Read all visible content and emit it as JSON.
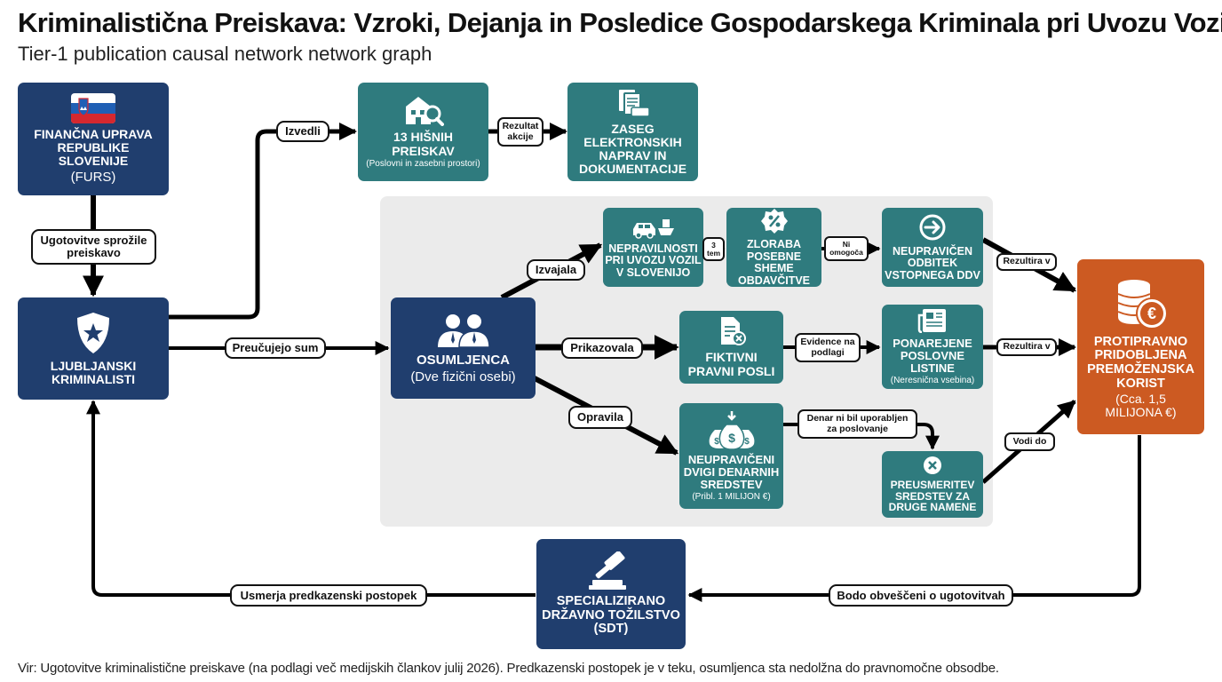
{
  "title": "Kriminalistična Preiskava: Vzroki, Dejanja in Posledice Gospodarskega Kriminala pri Uvozu Vozil",
  "subtitle": "Tier-1 publication causal network network graph",
  "footer": "Vir: Ugotovitve kriminalistične preiskave (na podlagi več medijskih člankov julij 2026). Predkazenski postopek je v teku, osumljenca sta nedolžna do pravnomočne obsodbe.",
  "colors": {
    "navy": "#203e6e",
    "teal": "#2f7b7e",
    "orange": "#cc5a22",
    "panel": "#ebebeb"
  },
  "nodes": {
    "furs": {
      "label": "FINANČNA UPRAVA\nREPUBLIKE\nSLOVENIJE",
      "sub": "(FURS)",
      "icon": "slovenia-flag-icon"
    },
    "ljubljanski": {
      "label": "LJUBLJANSKI\nKRIMINALISTI",
      "icon": "police-badge-icon"
    },
    "preiskave": {
      "label": "13 HIŠNIH\nPREISKAV",
      "sub": "(Poslovni in zasebni prostori)",
      "icon": "building-search-icon"
    },
    "zaseg": {
      "label": "ZASEG\nELEKTRONSKIH\nNAPRAV IN\nDOKUMENTACIJE",
      "icon": "documents-devices-icon"
    },
    "osumljenca": {
      "label": "OSUMLJENCA",
      "sub": "(Dve fizični osebi)",
      "icon": "two-persons-icon"
    },
    "nepravilnosti": {
      "label": "NEPRAVILNOSTI\nPRI UVOZU VOZIL\nV SLOVENIJO",
      "icon": "car-ship-icon"
    },
    "zloraba": {
      "label": "ZLORABA\nPOSEBNE SHEME\nOBDAVČITVE",
      "icon": "percent-badge-icon"
    },
    "odbitek": {
      "label": "NEUPRAVIČEN\nODBITEK\nVSTOPNEGA DDV",
      "icon": "arrow-circle-icon"
    },
    "fiktivni": {
      "label": "FIKTIVNI\nPRAVNI POSLI",
      "icon": "document-x-icon"
    },
    "listine": {
      "label": "PONAREJENE\nPOSLOVNE\nLISTINE",
      "sub": "(Neresnična vsebina)",
      "icon": "newspaper-icon"
    },
    "dvigi": {
      "label": "NEUPRAVIČENI\nDVIGI DENARNIH\nSREDSTEV",
      "sub": "(Pribl. 1 MILIJON €)",
      "icon": "money-bags-icon"
    },
    "preusmeritev": {
      "label": "PREUSMERITEV\nSREDSTEV ZA\nDRUGE NAMENE",
      "icon": "x-circle-icon"
    },
    "korist": {
      "label": "PROTIPRAVNO\nPRIDOBLJENA\nPREMOŽENJSKA\nKORIST",
      "sub": "(Cca. 1,5\nMILIJONA €)",
      "icon": "coins-euro-icon"
    },
    "sdt": {
      "label": "SPECIALIZIRANO\nDRŽAVNO TOŽILSTVO\n(SDT)",
      "icon": "gavel-icon"
    }
  },
  "edges": {
    "ugotovitve": "Ugotovitve sprožile\npreiskavo",
    "izvedli": "Izvedli",
    "rezultat": "Rezultat\nakcije",
    "preucujejo": "Preučujejo sum",
    "izvajala": "Izvajala",
    "tem": "3\ntem",
    "ni_omogoca": "Ni\nomogoča",
    "rezultira1": "Rezultira v",
    "prikazovala": "Prikazovala",
    "evidence": "Evidence na\npodlagi",
    "rezultira2": "Rezultira v",
    "opravila": "Opravila",
    "denar": "Denar ni bil uporabljen\nza poslovanje",
    "vodi": "Vodi do",
    "usmerja": "Usmerja predkazenski postopek",
    "bodo": "Bodo obveščeni o ugotovitvah"
  }
}
